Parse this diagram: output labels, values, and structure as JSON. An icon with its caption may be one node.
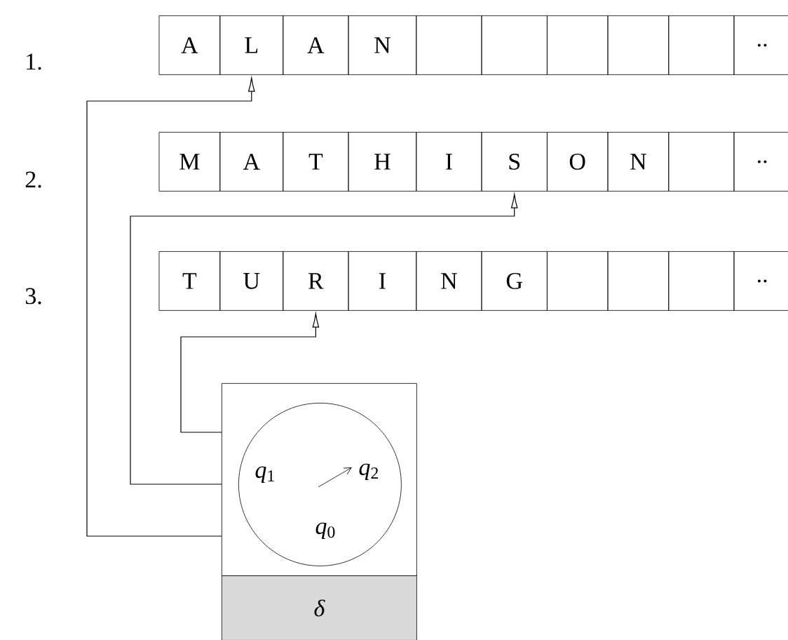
{
  "diagram": {
    "nodes": [
      {
        "text": [
          "A"
        ]
      },
      {
        "text": [
          "L"
        ]
      },
      {
        "text": [
          "A"
        ]
      },
      {
        "text": [
          "N"
        ]
      },
      {
        "text": [],
        "shape": "box"
      },
      {
        "text": [],
        "shape": "box"
      },
      {
        "text": [],
        "shape": "box"
      },
      {
        "text": [],
        "shape": "box"
      },
      {
        "text": [],
        "shape": "box"
      },
      {
        "text": [
          ".."
        ]
      },
      {
        "text": [
          "M"
        ]
      },
      {
        "text": [
          "A"
        ]
      },
      {
        "text": [
          "T"
        ]
      },
      {
        "text": [
          "H"
        ]
      },
      {
        "text": [
          "I"
        ]
      },
      {
        "text": [
          "S"
        ]
      },
      {
        "text": [
          "O"
        ]
      },
      {
        "text": [
          "N"
        ]
      },
      {
        "text": [],
        "shape": "box"
      },
      {
        "text": [
          ".."
        ]
      },
      {
        "text": [
          "T"
        ]
      },
      {
        "text": [
          "U"
        ]
      },
      {
        "text": [
          "R"
        ]
      },
      {
        "text": [
          "I"
        ]
      },
      {
        "text": [
          "N"
        ]
      },
      {
        "text": [
          "G"
        ]
      },
      {
        "text": [],
        "shape": "box"
      },
      {
        "text": [],
        "shape": "box"
      },
      {
        "text": [],
        "shape": "box"
      },
      {
        "text": [
          ".."
        ]
      },
      {
        "text": [],
        "shape": "box"
      },
      {
        "text": [
          "*q*$_{1}$",
          "*q*$_{2}$",
          "*q*$_{0}$"
        ],
        "in": 30
      },
      {
        "text": [
          "δ"
        ]
      }
    ],
    "edges": [
      {
        "from": 30,
        "to": 1,
        "arrow": "to"
      },
      {
        "from": 30,
        "to": 15,
        "arrow": "to"
      },
      {
        "from": 30,
        "to": 22,
        "arrow": "to"
      }
    ],
    "labels": [
      "1.",
      "2.",
      "3."
    ]
  }
}
